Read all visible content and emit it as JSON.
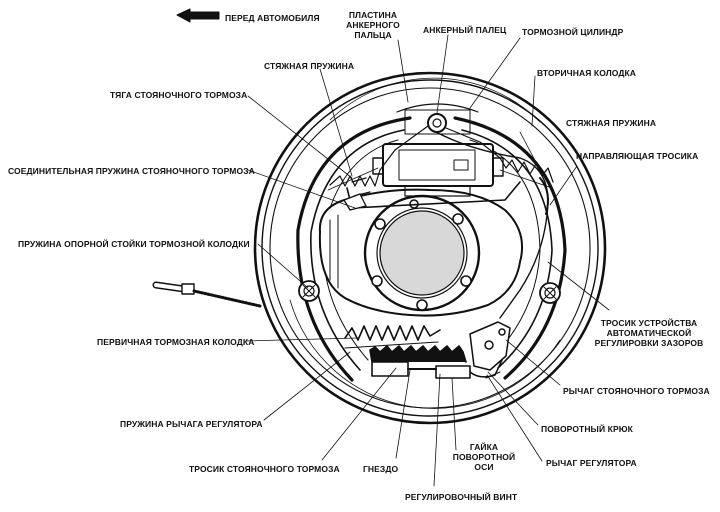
{
  "front_label": "ПЕРЕД АВТОМОБИЛЯ",
  "labels": {
    "anchor_plate": "ПЛАСТИНА\nАНКЕРНОГО\nПАЛЬЦА",
    "anchor_pin": "АНКЕРНЫЙ ПАЛЕЦ",
    "wheel_cylinder": "ТОРМОЗНОЙ ЦИЛИНДР",
    "secondary_shoe": "ВТОРИЧНАЯ КОЛОДКА",
    "retracting_spring_left": "СТЯЖНАЯ ПРУЖИНА",
    "retracting_spring_right": "СТЯЖНАЯ ПРУЖИНА",
    "parking_brake_strut": "ТЯГА СТОЯНОЧНОГО ТОРМОЗА",
    "cable_guide": "НАПРАВЛЯЮЩАЯ ТРОСИКА",
    "parking_strut_spring": "СОЕДИНИТЕЛЬНАЯ ПРУЖИНА СТОЯНОЧНОГО ТОРМОЗА",
    "hold_down_spring": "ПРУЖИНА ОПОРНОЙ СТОЙКИ ТОРМОЗНОЙ КОЛОДКИ",
    "adjuster_cable": "ТРОСИК УСТРОЙСТВА\nАВТОМАТИЧЕСКОЙ\nРЕГУЛИРОВКИ ЗАЗОРОВ",
    "primary_shoe": "ПЕРВИЧНАЯ ТОРМОЗНАЯ КОЛОДКА",
    "parking_brake_lever": "РЫЧАГ СТОЯНОЧНОГО ТОРМОЗА",
    "adjuster_lever_spring": "ПРУЖИНА РЫЧАГА РЕГУЛЯТОРА",
    "pivot_hook": "ПОВОРОТНЫЙ КРЮК",
    "pivot_nut": "ГАЙКА\nПОВОРОТНОЙ\nОСИ",
    "adjuster_lever": "РЫЧАГ РЕГУЛЯТОРА",
    "parking_brake_cable": "ТРОСИК СТОЯНОЧНОГО ТОРМОЗА",
    "socket": "ГНЕЗДО",
    "adjusting_screw": "РЕГУЛИРОВОЧНЫЙ ВИНТ"
  }
}
